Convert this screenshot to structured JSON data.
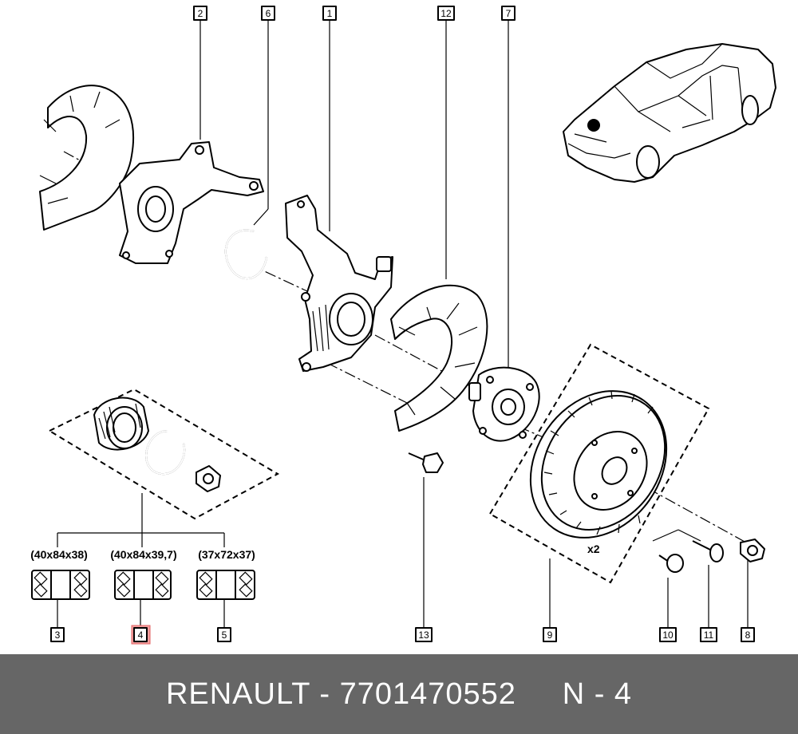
{
  "diagram": {
    "callouts": [
      {
        "id": "2",
        "label": "2"
      },
      {
        "id": "6",
        "label": "6"
      },
      {
        "id": "1",
        "label": "1"
      },
      {
        "id": "12",
        "label": "12"
      },
      {
        "id": "7",
        "label": "7"
      },
      {
        "id": "3",
        "label": "3"
      },
      {
        "id": "4",
        "label": "4",
        "highlighted": true
      },
      {
        "id": "5",
        "label": "5"
      },
      {
        "id": "13",
        "label": "13"
      },
      {
        "id": "9",
        "label": "9"
      },
      {
        "id": "10",
        "label": "10"
      },
      {
        "id": "11",
        "label": "11"
      },
      {
        "id": "8",
        "label": "8"
      }
    ],
    "bearing_sizes": [
      "(40x84x38)",
      "(40x84x39,7)",
      "(37x72x37)"
    ],
    "quantity_note": "x2",
    "highlight_color": "#f4a0a0"
  },
  "footer": {
    "text": "RENAULT - 7701470552     N - 4",
    "background": "#666666"
  }
}
